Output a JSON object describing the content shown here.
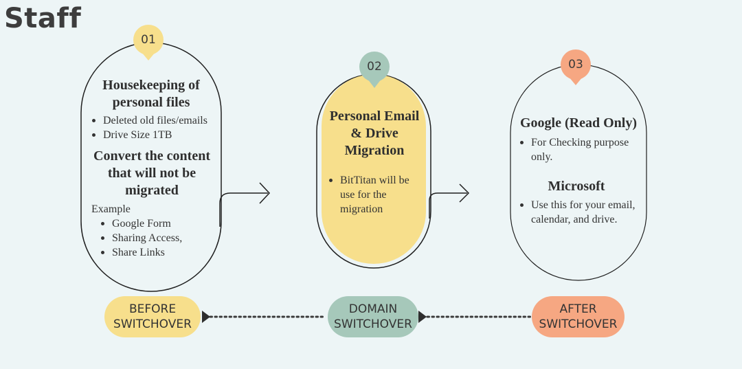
{
  "page": {
    "title": "Staff"
  },
  "colors": {
    "background": "#edf5f6",
    "yellow": "#f7df8c",
    "green": "#a6c8ba",
    "orange": "#f6a782",
    "line": "#1f1f1f"
  },
  "steps": [
    {
      "number": "01",
      "heading1": "Housekeeping of personal files",
      "bullets1": [
        "Deleted old files/emails",
        "Drive Size 1TB"
      ],
      "heading2": "Convert the content that will not be migrated",
      "example_label": "Example",
      "bullets2": [
        "Google Form",
        "Sharing Access,",
        "Share Links"
      ]
    },
    {
      "number": "02",
      "heading1": "Personal Email & Drive Migration",
      "bullets1": [
        "BitTitan will be use for the migration"
      ]
    },
    {
      "number": "03",
      "heading1": "Google (Read Only)",
      "bullets1": [
        "For Checking purpose only."
      ],
      "heading2": "Microsoft",
      "bullets2": [
        "Use this for your email, calendar, and drive."
      ]
    }
  ],
  "phases": [
    {
      "line1": "BEFORE",
      "line2": "SWITCHOVER"
    },
    {
      "line1": "DOMAIN",
      "line2": "SWITCHOVER"
    },
    {
      "line1": "AFTER",
      "line2": "SWITCHOVER"
    }
  ]
}
